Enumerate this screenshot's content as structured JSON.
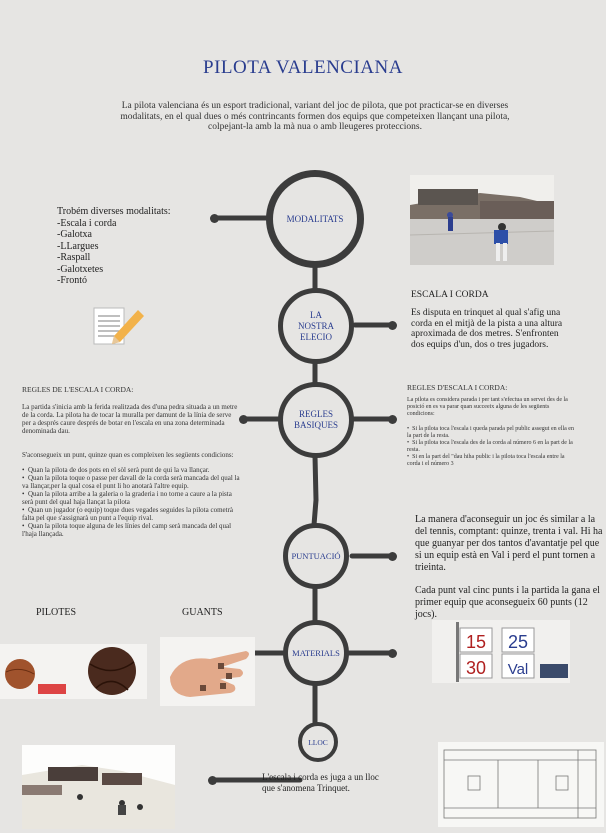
{
  "title": "PILOTA VALENCIANA",
  "intro": "La pilota valenciana és un esport tradicional, variant del joc de pilota, que pot practicar-se en diverses modalitats, en el qual dues o més contrincants formen dos equips que competeixen llançant una pilota, colpejant-la amb la mà nua o amb lleugeres proteccions.",
  "nodes": {
    "modalitats": "MODALITATS",
    "nostra_eleccio": "LA\nNOSTRA\nELECIO",
    "regles_basiques": "REGLES\nBASIQUES",
    "puntuacio": "PUNTUACIÓ",
    "materials": "MATERIALS",
    "lloc": "LLOC"
  },
  "modalitats_text": "Trobém diverses modalitats:\n-Escala i corda\n-Galotxa\n-LLargues\n-Raspall\n-Galotxetes\n-Frontó",
  "escala_title": "ESCALA I CORDA",
  "escala_text": "Es disputa en trinquet al qual s'afig una corda en el mitjà de la pista a una altura aproximada de dos metres. S'enfronten dos equips d'un, dos o tres jugadors.",
  "regles_left": {
    "heading": "REGLES DE L'ESCALA I CORDA:",
    "p1": "La partida s'inicia amb la ferida realitzada des d'una pedra situada a un metre de la corda. La pilota ha de tocar la muralla per damunt de la línia de serve per a després caure després de botar en l'escala en una zona determinada denominada dau.",
    "p2": "S'aconsegueix un punt, quinze quan es compleixen les següents condicions:",
    "bullets": "•  Quan la pilota de dos pots en el sòl serà punt de qui la va llançar.\n•  Quan la pilota toque o passe per davall de la corda serà mancada del qual la va llançar,per la qual cosa el punt li ho anotarà l'altre equip.\n•  Quan la pilota arribe a la galeria o la graderia i no torne a caure a la pista serà punt del qual haja llançat la pilota\n•  Quan un jugador (o equip) toque dues vegades seguides la pilota cometrà falta pel que s'assignarà un punt a l'equip rival.\n•  Quan la pilota toque alguna de les línies del camp serà mancada del qual l'haja llançada."
  },
  "regles_right": {
    "heading": "REGLES D'ESCALA I CORDA:",
    "p1": "La pilota es considera parada i per tant s'efectua un servei des de la posició en es va parar quan succeeix alguna de les següents condicions:",
    "bullets": "•  Si la pilota toca l'escala i queda parada pel public assegut en ella en la part de la resta.\n•  Si la pilota toca l'escala des de la corda al número 6 en la part de la resta.\n•  Si en la part del \"dau hiha public i la pilota toca l'escala entre la corda i el número 3"
  },
  "puntuacio_text": "La manera d'aconseguir un joc és similar a la del tennis, comptant: quinze, trenta i val. Hi ha que guanyar per dos tantos d'avantatje pel que si un equip està en Val i perd el punt tornen a trieinta.",
  "puntuacio_text2": "Cada punt val cinc punts i la partida la gana el primer equip que aconsegueix 60 punts (12 jocs).",
  "pilotes_label": "PILOTES",
  "guants_label": "GUANTS",
  "lloc_text": "L'escala i corda es juga a un lloc que s'anomena Trinquet.",
  "scoreboard": [
    "15",
    "25",
    "30",
    "Val"
  ]
}
